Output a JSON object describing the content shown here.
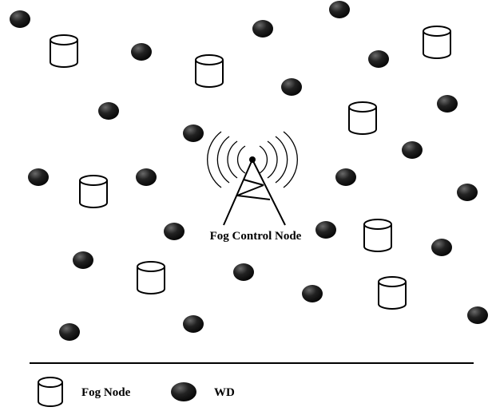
{
  "diagram": {
    "tower_label": "Fog Control Node",
    "legend": {
      "fog_node_label": "Fog Node",
      "wd_label": "WD"
    },
    "colors": {
      "line": "#000000",
      "background": "#ffffff",
      "wd_fill": "#1a1a1a"
    },
    "icons": {
      "fog_node": "cylinder-icon",
      "wd": "filled-circle-icon",
      "control_node": "radio-tower-icon"
    }
  }
}
